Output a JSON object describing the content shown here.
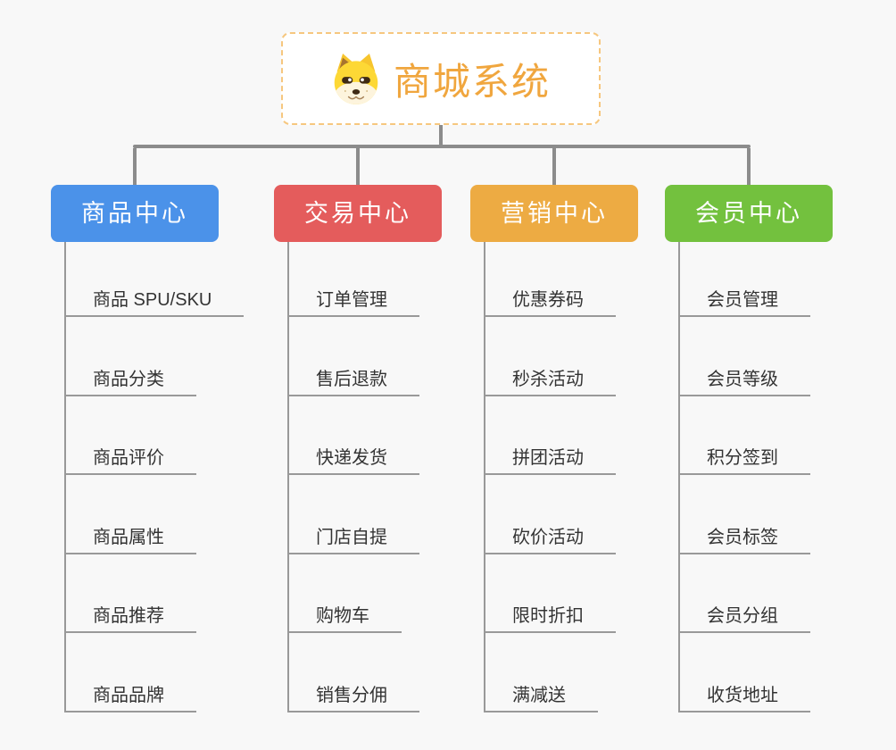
{
  "canvas": {
    "background": "#f8f8f8",
    "connector_color": "#8c8c8c",
    "leaf_line_color": "#999999",
    "leaf_text_color": "#333333"
  },
  "root": {
    "title": "商城系统",
    "title_color": "#f0a63e",
    "border_color": "#f6c77f",
    "icon": "doge-dog-face-icon"
  },
  "branches": [
    {
      "label": "商品中心",
      "color": "#4b92e9",
      "children": [
        "商品 SPU/SKU",
        "商品分类",
        "商品评价",
        "商品属性",
        "商品推荐",
        "商品品牌"
      ]
    },
    {
      "label": "交易中心",
      "color": "#e45c5c",
      "children": [
        "订单管理",
        "售后退款",
        "快递发货",
        "门店自提",
        "购物车",
        "销售分佣"
      ]
    },
    {
      "label": "营销中心",
      "color": "#edab43",
      "children": [
        "优惠券码",
        "秒杀活动",
        "拼团活动",
        "砍价活动",
        "限时折扣",
        "满减送"
      ]
    },
    {
      "label": "会员中心",
      "color": "#73c13e",
      "children": [
        "会员管理",
        "会员等级",
        "积分签到",
        "会员标签",
        "会员分组",
        "收货地址"
      ]
    }
  ]
}
